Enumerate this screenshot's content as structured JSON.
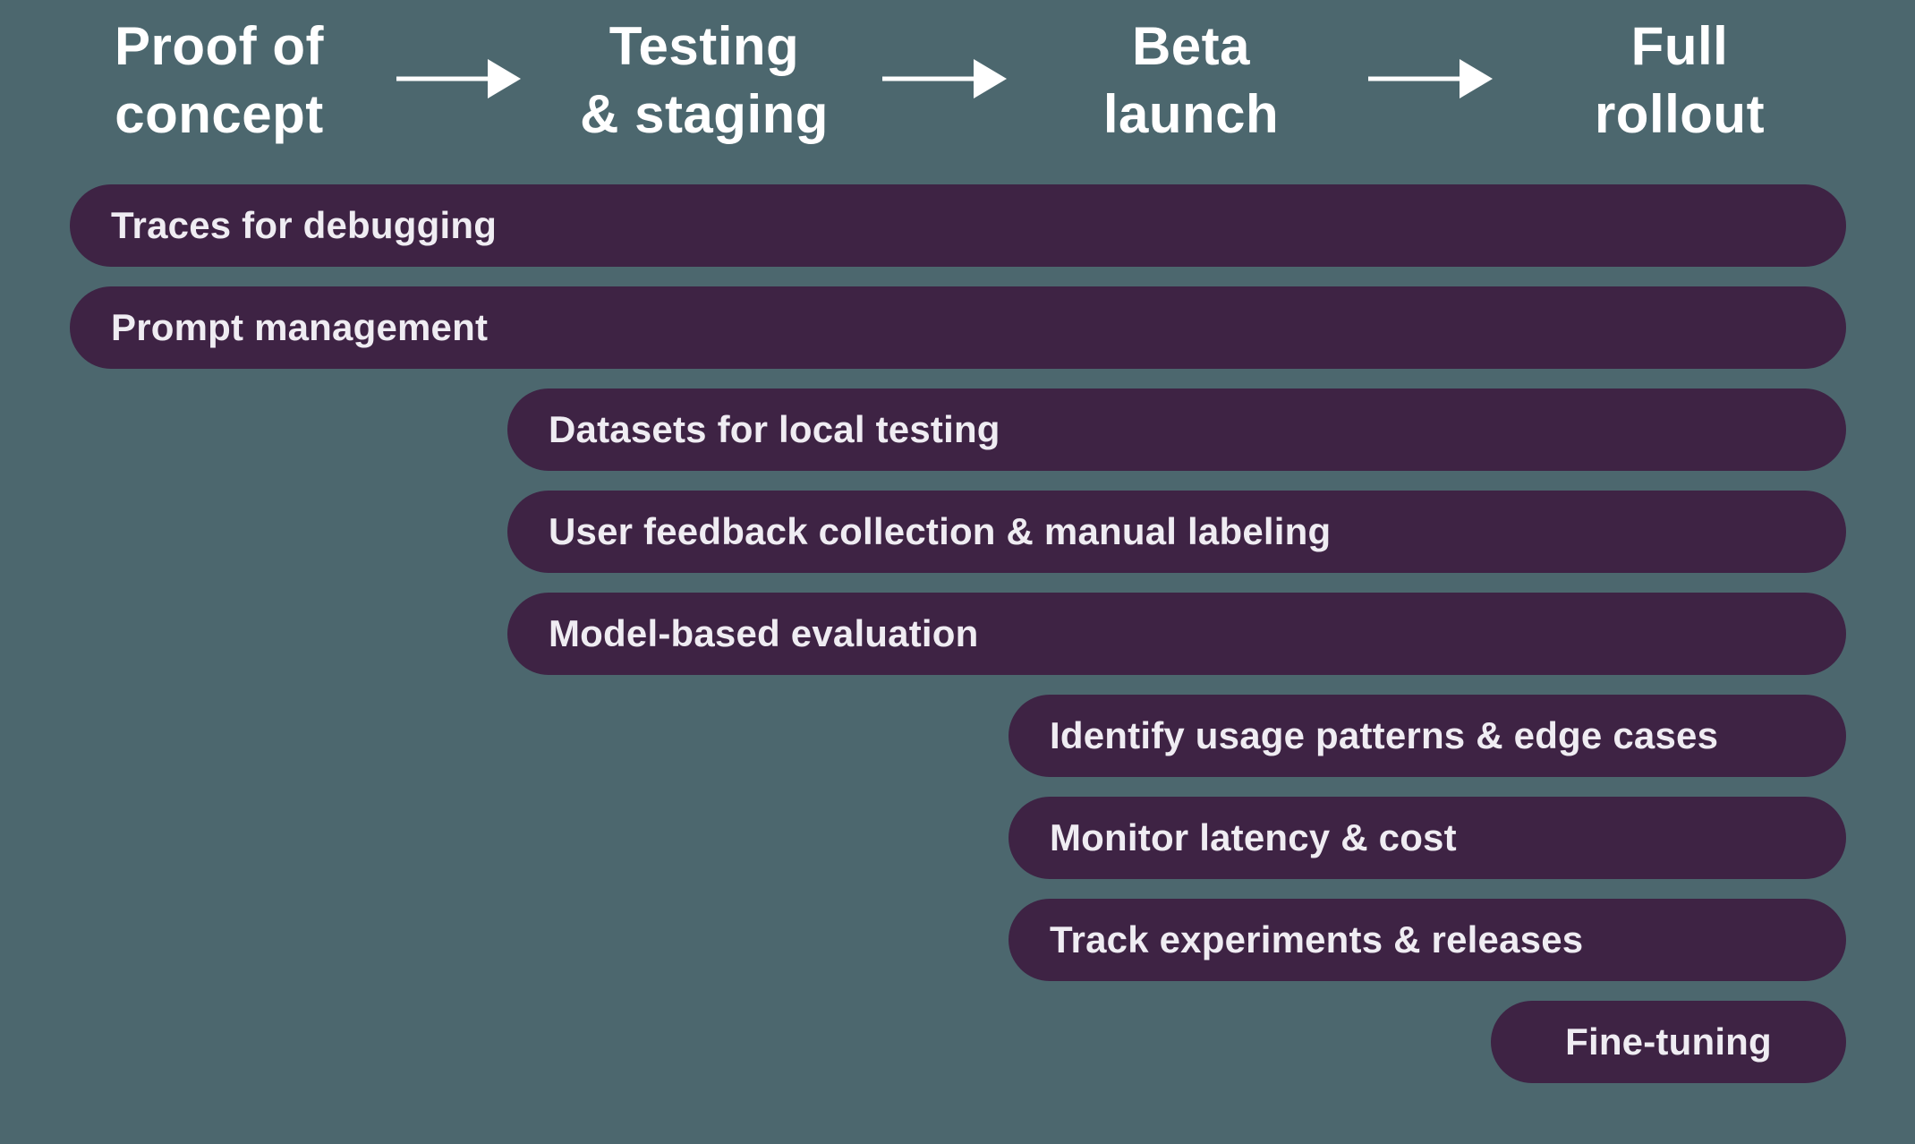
{
  "colors": {
    "background": "#4C676E",
    "bar": "#3E2344",
    "bar_text": "#EFECF2",
    "heading_text": "#FFFFFF",
    "arrow": "#FFFFFF"
  },
  "stages": [
    {
      "id": "proof-of-concept",
      "lines": [
        "Proof of",
        "concept"
      ]
    },
    {
      "id": "testing-staging",
      "lines": [
        "Testing",
        "& staging"
      ]
    },
    {
      "id": "beta-launch",
      "lines": [
        "Beta",
        "launch"
      ]
    },
    {
      "id": "full-rollout",
      "lines": [
        "Full",
        "rollout"
      ]
    }
  ],
  "arrows": [
    {
      "from": "Proof of concept",
      "to": "Testing & staging"
    },
    {
      "from": "Testing & staging",
      "to": "Beta launch"
    },
    {
      "from": "Beta launch",
      "to": "Full rollout"
    }
  ],
  "capabilities": [
    {
      "label": "Traces for debugging",
      "starts_at": "Proof of concept"
    },
    {
      "label": "Prompt management",
      "starts_at": "Proof of concept"
    },
    {
      "label": "Datasets for local testing",
      "starts_at": "Testing & staging"
    },
    {
      "label": "User feedback collection & manual labeling",
      "starts_at": "Testing & staging"
    },
    {
      "label": "Model-based evaluation",
      "starts_at": "Testing & staging"
    },
    {
      "label": "Identify usage patterns & edge cases",
      "starts_at": "Beta launch"
    },
    {
      "label": "Monitor latency & cost",
      "starts_at": "Beta launch"
    },
    {
      "label": "Track experiments & releases",
      "starts_at": "Beta launch"
    },
    {
      "label": "Fine-tuning",
      "starts_at": "Full rollout"
    }
  ]
}
